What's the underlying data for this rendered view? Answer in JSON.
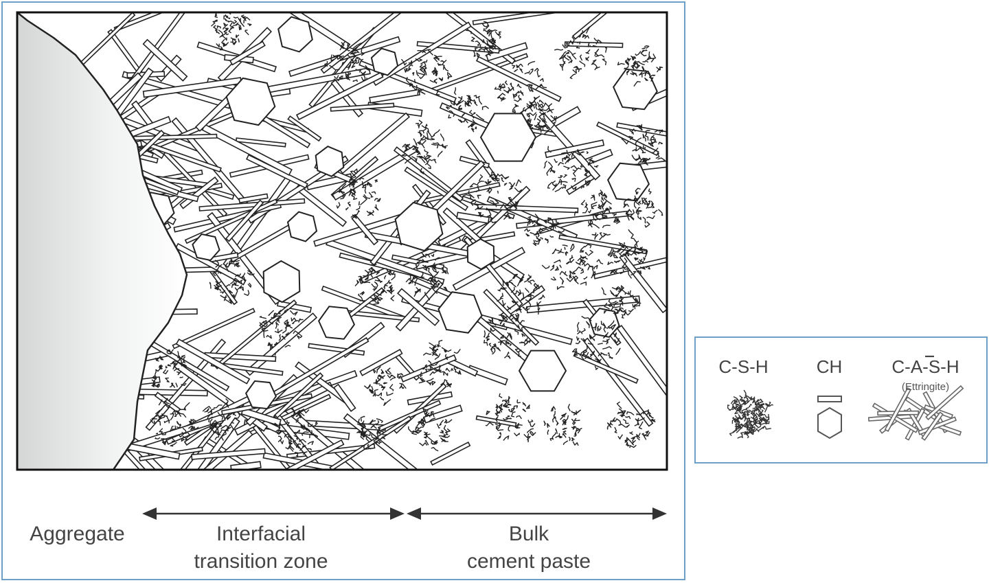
{
  "zones": {
    "aggregate": "Aggregate",
    "itz_line1": "Interfacial",
    "itz_line2": "transition zone",
    "bulk_line1": "Bulk",
    "bulk_line2": "cement paste"
  },
  "legend": {
    "csh": "C-S-H",
    "ch": "CH",
    "cash": "C-A-S-H",
    "cash_note": "(Ettringite)"
  },
  "colors": {
    "frame": "#6e9fc9",
    "ink": "#222222",
    "label": "#444444"
  }
}
